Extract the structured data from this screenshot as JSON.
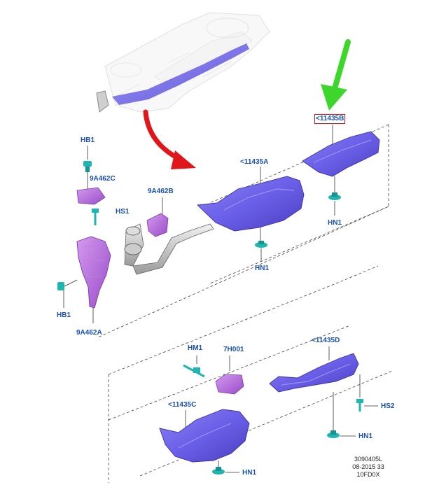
{
  "labels": {
    "hb1_top": "HB1",
    "c9a462c": "9A462C",
    "hs1": "HS1",
    "hb1_bottom": "HB1",
    "c9a462a": "9A462A",
    "c9a462b": "9A462B",
    "c11435a": "<11435A",
    "hn1_a": "HN1",
    "c11435b": "<11435B",
    "hn1_b": "HN1",
    "hm1": "HM1",
    "c7h001": "7H001",
    "c11435d": "<11435D",
    "hs2": "HS2",
    "hn1_d": "HN1",
    "c11435c": "<11435C",
    "hn1_c": "HN1"
  },
  "reference": {
    "line1": "3090405L",
    "line2": "08-2015 33",
    "line3": "10FD0X"
  },
  "colors": {
    "part": "#6a5fe8",
    "part_dark": "#4a3fc0",
    "bracket": "#b06ad8",
    "fastener": "#1fb5b0",
    "label": "#1a4fb8",
    "red_arrow": "#e0161b",
    "green_arrow": "#3dd62b",
    "highlight_box": "#e0161b"
  }
}
